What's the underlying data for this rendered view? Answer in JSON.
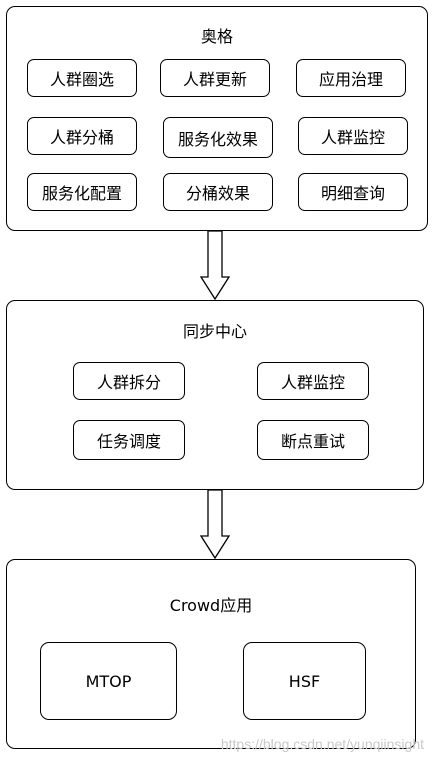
{
  "aoge": {
    "title": "奥格",
    "items": [
      "人群圈选",
      "人群更新",
      "应用治理",
      "人群分桶",
      "服务化效果",
      "人群监控",
      "服务化配置",
      "分桶效果",
      "明细查询"
    ]
  },
  "sync_center": {
    "title": "同步中心",
    "items": [
      "人群拆分",
      "人群监控",
      "任务调度",
      "断点重试"
    ]
  },
  "crowd_app": {
    "title": "Crowd应用",
    "items": [
      "MTOP",
      "HSF"
    ]
  },
  "watermark": "https://blog.csdn.net/yunqiinsight"
}
